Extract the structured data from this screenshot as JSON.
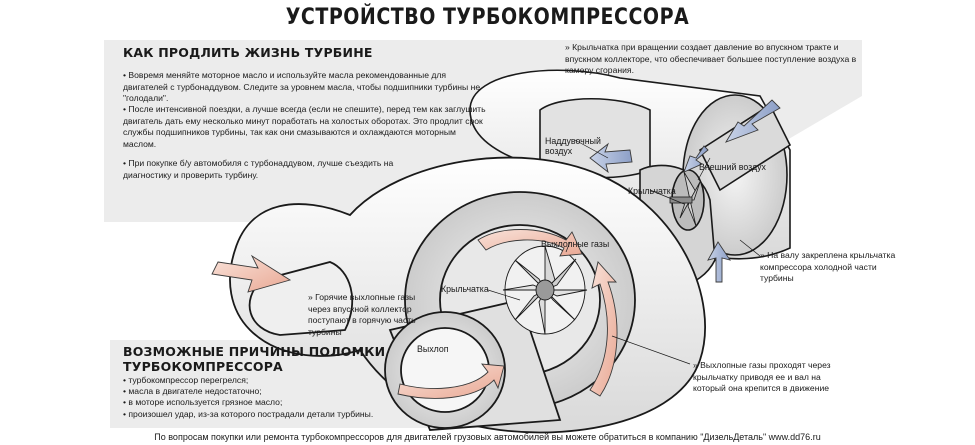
{
  "title": "УСТРОЙСТВО ТУРБОКОМПРЕССОРА",
  "life": {
    "title": "КАК ПРОДЛИТЬ ЖИЗНЬ ТУРБИНЕ",
    "p1": "• Вовремя меняйте моторное масло и используйте масла рекомендованные для двигателей с турбонаддувом. Следите за уровнем масла, чтобы подшипники турбины не \"голодали\".",
    "p2": "• После интенсивной поездки, а лучше всегда (если не спешите), перед тем как заглушить двигатель дать ему несколько минут поработать на холостых оборотах. Это продлит срок службы подшипников турбины, так как они смазываются и охлаждаются моторным маслом.",
    "p3": "• При покупке б/у автомобиля с турбонаддувом, лучше съездить на диагностику и проверить турбину."
  },
  "causes": {
    "title_line1": "ВОЗМОЖНЫЕ ПРИЧИНЫ ПОЛОМКИ",
    "title_line2": "ТУРБОКОМПРЕССОРА",
    "items": [
      "• турбокомпрессор перегрелся;",
      "• масла в двигателе недостаточно;",
      "• в моторе используется грязное масло;",
      "• произошел удар, из-за которого пострадали детали турбины."
    ]
  },
  "callouts": {
    "compressor": "» Крыльчатка при вращении создает давление во впускном тракте и впускном коллекторе, что обеспечивает большее поступление воздуха в камеру сгорания.",
    "shaft": "» На валу закреплена крыльчатка компрессора холодной части турбины",
    "hot_gas": "» Горячие выхлопные газы через впускной коллектор поступают в горячую часть турбины",
    "exhaust": "» Выхлопные газы проходят через крыльчатку приводя ее и вал на который она крепится в движение"
  },
  "labels": {
    "boost_air": "Наддувочный воздух",
    "outside_air": "Внешний воздух",
    "impeller_cold": "Крыльчатка",
    "exhaust_gases": "Выхлопные газы",
    "impeller_hot": "Крыльчатка",
    "exhaust_out": "Выхлоп"
  },
  "footer": "По вопросам покупки или ремонта турбокомпрессоров для двигателей грузовых автомобилей вы можете обратиться в компанию \"ДизельДеталь\" www.dd76.ru",
  "colors": {
    "background": "#ffffff",
    "panel_grey": "#ececec",
    "hot_arrow": "#f4c9bc",
    "cold_arrow": "#a9b8d6",
    "outline": "#1a1a1a"
  }
}
